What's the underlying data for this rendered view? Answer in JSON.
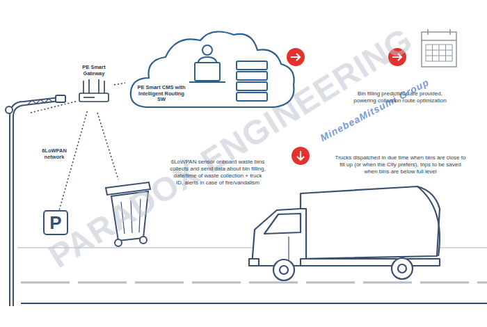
{
  "diagram": {
    "nodes": [
      {
        "text": [
          "PE Smart Gateway"
        ]
      },
      {
        "text": [
          "PE Smart CMS with Intelligent Routing SW"
        ]
      },
      {
        "text": [
          "P"
        ]
      }
    ],
    "edges": [
      {
        "from": 0,
        "to": 1,
        "arrow": "none"
      },
      {
        "from": 0,
        "to": 2,
        "arrow": "none"
      }
    ],
    "labels": [
      "6LoWPAN network",
      "Bin filling predictions are provided, powering collection route optimization",
      "Trucks dispatched in due time when bins are close to fill up (or when the City prefers), trips to be saved when bins are below full level",
      "6LoWPAN sensor onboard waste bins collects and send data about bin filling, date/time of waste collection + truck ID, alerts in case of fire/vandalism",
      "PARADOX ENGINEERING",
      "MinebeaMitsumi Group"
    ]
  }
}
